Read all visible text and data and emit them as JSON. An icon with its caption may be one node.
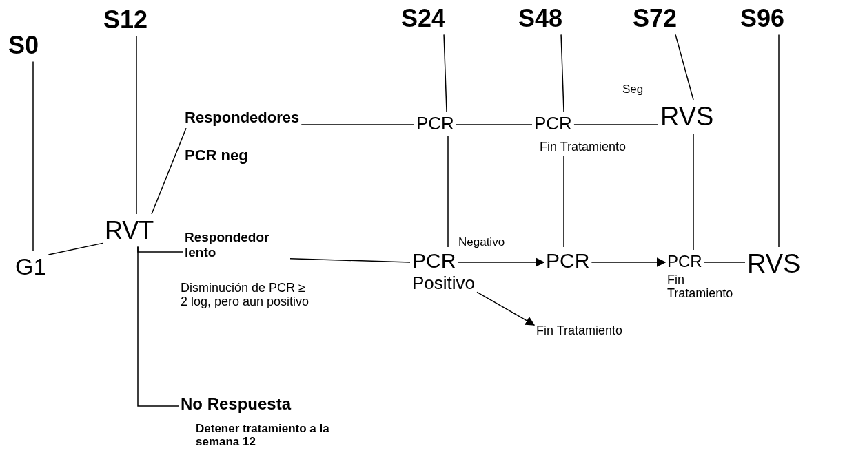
{
  "diagram": {
    "nodes": [
      {
        "text": [
          "S0"
        ]
      },
      {
        "text": [
          "S12"
        ]
      },
      {
        "text": [
          "S24"
        ]
      },
      {
        "text": [
          "S48"
        ]
      },
      {
        "text": [
          "S72"
        ]
      },
      {
        "text": [
          "S96"
        ]
      },
      {
        "text": [
          "G1"
        ]
      },
      {
        "text": [
          "RVT"
        ]
      },
      {
        "text": [
          "Respondedores",
          "PCR neg"
        ]
      },
      {
        "text": [
          "PCR"
        ]
      },
      {
        "text": [
          "PCR",
          "Fin Tratamiento"
        ]
      },
      {
        "text": [
          "RVS"
        ]
      },
      {
        "text": [
          "Respondedor lento",
          "Disminución de PCR ≥ 2 log, pero aun positivo"
        ]
      },
      {
        "text": [
          "PCR",
          "Positivo"
        ]
      },
      {
        "text": [
          "PCR"
        ]
      },
      {
        "text": [
          "PCR",
          "Fin Tratamiento"
        ]
      },
      {
        "text": [
          "RVS"
        ]
      },
      {
        "text": [
          "Fin Tratamiento"
        ]
      },
      {
        "text": [
          "No Respuesta",
          "Detener tratamiento a la semana 12"
        ]
      }
    ],
    "edges": [
      {
        "from": 0,
        "to": 6,
        "arrow": "none"
      },
      {
        "from": 6,
        "to": 7,
        "arrow": "none"
      },
      {
        "from": 1,
        "to": 7,
        "arrow": "none"
      },
      {
        "from": 7,
        "to": 8,
        "arrow": "none"
      },
      {
        "from": 7,
        "to": 12,
        "arrow": "none"
      },
      {
        "from": 7,
        "to": 18,
        "arrow": "none"
      },
      {
        "from": 8,
        "to": 9,
        "arrow": "none"
      },
      {
        "from": 2,
        "to": 9,
        "arrow": "none"
      },
      {
        "from": 9,
        "to": 13,
        "arrow": "none"
      },
      {
        "from": 9,
        "to": 10,
        "arrow": "none"
      },
      {
        "from": 10,
        "to": 11,
        "arrow": "none",
        "label": "Seg"
      },
      {
        "from": 3,
        "to": 10,
        "arrow": "none"
      },
      {
        "from": 10,
        "to": 14,
        "arrow": "none"
      },
      {
        "from": 4,
        "to": 11,
        "arrow": "none"
      },
      {
        "from": 11,
        "to": 15,
        "arrow": "none"
      },
      {
        "from": 5,
        "to": 16,
        "arrow": "none"
      },
      {
        "from": 12,
        "to": 13,
        "arrow": "none"
      },
      {
        "from": 13,
        "to": 14,
        "arrow": "to",
        "label": "Negativo"
      },
      {
        "from": 14,
        "to": 15,
        "arrow": "to"
      },
      {
        "from": 15,
        "to": 16,
        "arrow": "none"
      },
      {
        "from": 13,
        "to": 17,
        "arrow": "to"
      }
    ]
  }
}
